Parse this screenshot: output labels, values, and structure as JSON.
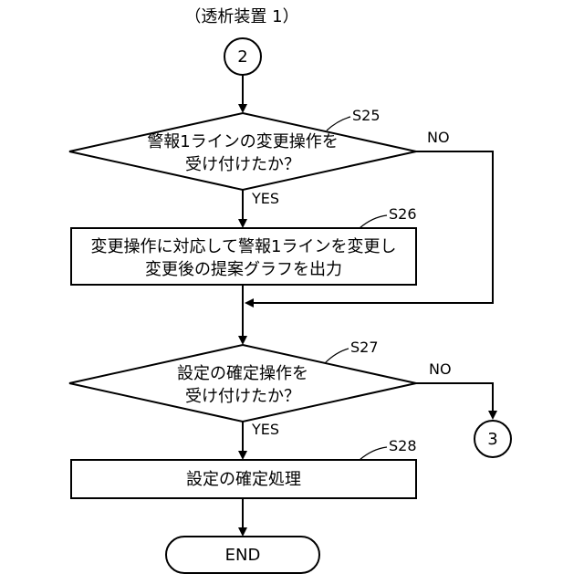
{
  "header": {
    "title": "（透析装置 1）"
  },
  "connectors": {
    "start": "2",
    "end": "3"
  },
  "steps": {
    "s25": {
      "id": "S25",
      "line1": "警報1ラインの変更操作を",
      "line2": "受け付けたか？",
      "yes": "YES",
      "no": "NO"
    },
    "s26": {
      "id": "S26",
      "line1": "変更操作に対応して警報1ラインを変更し",
      "line2": "変更後の提案グラフを出力"
    },
    "s27": {
      "id": "S27",
      "line1": "設定の確定操作を",
      "line2": "受け付けたか？",
      "yes": "YES",
      "no": "NO"
    },
    "s28": {
      "id": "S28",
      "text": "設定の確定処理"
    },
    "end": {
      "text": "END"
    }
  }
}
